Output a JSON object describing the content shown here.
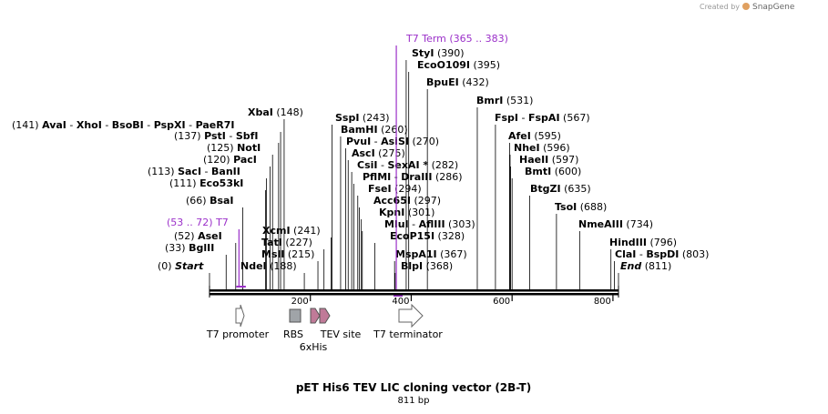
{
  "branding": {
    "created_by": "Created by",
    "product": "SnapGene"
  },
  "title": "pET His6 TEV LIC cloning vector (2B-T)",
  "subtitle": "811 bp",
  "sequence_length": 811,
  "colors": {
    "accent": "#9b30c9",
    "line": "#000000",
    "rbs": "#a0a4a8",
    "his": "#c07a98",
    "arrow_stroke": "#666666"
  },
  "primer_features": [
    {
      "label": "T7 Term",
      "range": "(365 .. 383)",
      "start": 365,
      "end": 383
    },
    {
      "label": "T7",
      "range": "(53 .. 72)",
      "start": 53,
      "end": 72
    }
  ],
  "sites": [
    {
      "pos_label": "(141)",
      "names": [
        "AvaI",
        "XhoI",
        "BsoBI",
        "PspXI",
        "PaeR7I"
      ],
      "bp": 141
    },
    {
      "pos_label": "(148)",
      "names": [
        "XbaI"
      ],
      "bp": 148
    },
    {
      "pos_label": "(137)",
      "names": [
        "PstI",
        "SbfI"
      ],
      "bp": 137
    },
    {
      "pos_label": "(125)",
      "names": [
        "NotI"
      ],
      "bp": 125
    },
    {
      "pos_label": "(120)",
      "names": [
        "PacI"
      ],
      "bp": 120
    },
    {
      "pos_label": "(113)",
      "names": [
        "SacI",
        "BanII"
      ],
      "bp": 113
    },
    {
      "pos_label": "(111)",
      "names": [
        "Eco53kI"
      ],
      "bp": 111
    },
    {
      "pos_label": "(66)",
      "names": [
        "BsaI"
      ],
      "bp": 66
    },
    {
      "pos_label": "(52)",
      "names": [
        "AseI"
      ],
      "bp": 52
    },
    {
      "pos_label": "(33)",
      "names": [
        "BglII"
      ],
      "bp": 33
    },
    {
      "pos_label": "(0)",
      "names": [
        "Start"
      ],
      "bp": 0
    },
    {
      "pos_label": "(188)",
      "names": [
        "NdeI"
      ],
      "bp": 188
    },
    {
      "pos_label": "(215)",
      "names": [
        "MslI"
      ],
      "bp": 215
    },
    {
      "pos_label": "(227)",
      "names": [
        "TatI"
      ],
      "bp": 227
    },
    {
      "pos_label": "(241)",
      "names": [
        "XcmI"
      ],
      "bp": 241
    },
    {
      "pos_label": "(243)",
      "names": [
        "SspI"
      ],
      "bp": 243
    },
    {
      "pos_label": "(260)",
      "names": [
        "BamHI"
      ],
      "bp": 260
    },
    {
      "pos_label": "(270)",
      "names": [
        "PvuI",
        "AsiSI"
      ],
      "bp": 270
    },
    {
      "pos_label": "(275)",
      "names": [
        "AscI"
      ],
      "bp": 275
    },
    {
      "pos_label": "(282)",
      "names": [
        "CsiI",
        "SexAI *"
      ],
      "bp": 282
    },
    {
      "pos_label": "(286)",
      "names": [
        "PflMI",
        "DraIII"
      ],
      "bp": 286
    },
    {
      "pos_label": "(294)",
      "names": [
        "FseI"
      ],
      "bp": 294
    },
    {
      "pos_label": "(297)",
      "names": [
        "Acc65I"
      ],
      "bp": 297
    },
    {
      "pos_label": "(301)",
      "names": [
        "KpnI"
      ],
      "bp": 301
    },
    {
      "pos_label": "(303)",
      "names": [
        "MluI",
        "AflIII"
      ],
      "bp": 303
    },
    {
      "pos_label": "(328)",
      "names": [
        "EcoP15I"
      ],
      "bp": 328
    },
    {
      "pos_label": "(367)",
      "names": [
        "MspA1I"
      ],
      "bp": 367
    },
    {
      "pos_label": "(368)",
      "names": [
        "BlpI"
      ],
      "bp": 368
    },
    {
      "pos_label": "(390)",
      "names": [
        "StyI"
      ],
      "bp": 390
    },
    {
      "pos_label": "(395)",
      "names": [
        "EcoO109I"
      ],
      "bp": 395
    },
    {
      "pos_label": "(432)",
      "names": [
        "BpuEI"
      ],
      "bp": 432
    },
    {
      "pos_label": "(531)",
      "names": [
        "BmrI"
      ],
      "bp": 531
    },
    {
      "pos_label": "(567)",
      "names": [
        "FspI",
        "FspAI"
      ],
      "bp": 567
    },
    {
      "pos_label": "(595)",
      "names": [
        "AfeI"
      ],
      "bp": 595
    },
    {
      "pos_label": "(596)",
      "names": [
        "NheI"
      ],
      "bp": 596
    },
    {
      "pos_label": "(597)",
      "names": [
        "HaeII"
      ],
      "bp": 597
    },
    {
      "pos_label": "(600)",
      "names": [
        "BmtI"
      ],
      "bp": 600
    },
    {
      "pos_label": "(635)",
      "names": [
        "BtgZI"
      ],
      "bp": 635
    },
    {
      "pos_label": "(688)",
      "names": [
        "TsoI"
      ],
      "bp": 688
    },
    {
      "pos_label": "(734)",
      "names": [
        "NmeAIII"
      ],
      "bp": 734
    },
    {
      "pos_label": "(796)",
      "names": [
        "HindIII"
      ],
      "bp": 796
    },
    {
      "pos_label": "(803)",
      "names": [
        "ClaI",
        "BspDI"
      ],
      "bp": 803
    },
    {
      "pos_label": "(811)",
      "names": [
        "End"
      ],
      "bp": 811
    }
  ],
  "ruler_ticks": [
    "200",
    "400",
    "600",
    "800"
  ],
  "ruler_tick_values": [
    200,
    400,
    600,
    800
  ],
  "features": [
    {
      "label": "T7 promoter",
      "type": "promoter"
    },
    {
      "label": "RBS",
      "type": "rbs"
    },
    {
      "label": "6xHis",
      "type": "his"
    },
    {
      "label": "TEV site",
      "type": "tev"
    },
    {
      "label": "T7 terminator",
      "type": "terminator"
    }
  ]
}
